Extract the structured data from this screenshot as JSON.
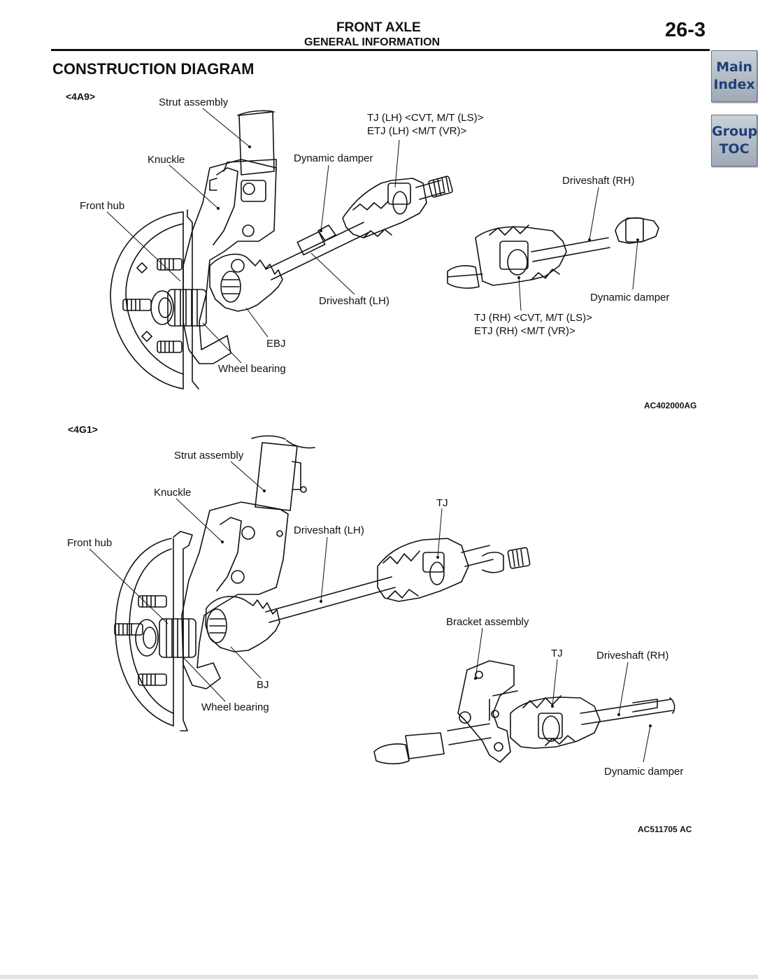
{
  "header": {
    "title": "FRONT AXLE",
    "subtitle": "GENERAL INFORMATION",
    "page_number": "26-3"
  },
  "nav": {
    "main_index": [
      "Main",
      "Index"
    ],
    "group_toc": [
      "Group",
      "TOC"
    ]
  },
  "section_title": "CONSTRUCTION DIAGRAM",
  "diagram_4a9": {
    "variant": "<4A9>",
    "labels": {
      "strut_assembly": "Strut assembly",
      "tj_lh_line1": "TJ (LH) <CVT, M/T (LS)>",
      "tj_lh_line2": "ETJ (LH) <M/T (VR)>",
      "knuckle": "Knuckle",
      "dynamic_damper_left": "Dynamic damper",
      "driveshaft_rh": "Driveshaft (RH)",
      "front_hub": "Front hub",
      "driveshaft_lh": "Driveshaft (LH)",
      "dynamic_damper_right": "Dynamic damper",
      "tj_rh_line1": "TJ (RH) <CVT, M/T (LS)>",
      "tj_rh_line2": "ETJ (RH) <M/T (VR)>",
      "ebj": "EBJ",
      "wheel_bearing": "Wheel bearing"
    },
    "code": "AC402000",
    "code_suffix": "AG"
  },
  "diagram_4g1": {
    "variant": "<4G1>",
    "labels": {
      "strut_assembly": "Strut assembly",
      "knuckle": "Knuckle",
      "tj_left": "TJ",
      "driveshaft_lh": "Driveshaft (LH)",
      "front_hub": "Front hub",
      "bracket_assembly": "Bracket assembly",
      "tj_right": "TJ",
      "driveshaft_rh": "Driveshaft (RH)",
      "bj": "BJ",
      "wheel_bearing": "Wheel bearing",
      "dynamic_damper": "Dynamic damper"
    },
    "code": "AC511705",
    "code_suffix": "AC"
  }
}
